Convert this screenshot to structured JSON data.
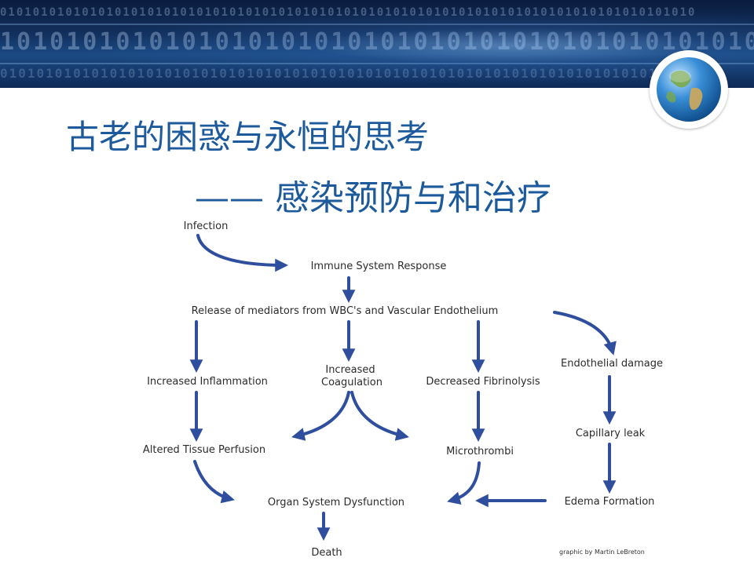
{
  "slide": {
    "title_line1": "古老的困惑与永恒的思考",
    "title_line2": "—— 感染预防与和治疗"
  },
  "banner": {
    "binary_row_1": "0101010101010101010101010101010101010101010101010101010101010101010101010101010101010",
    "binary_row_2": "1010101010101010101010101010101010101010101010101",
    "binary_row_3": "01010101010101010101010101010101010101010101010101010101010101010101010101010"
  },
  "flowchart": {
    "nodes": {
      "infection": "Infection",
      "immune_response": "Immune System Response",
      "release_mediators": "Release of mediators from WBC's and Vascular Endothelium",
      "increased_inflammation": "Increased Inflammation",
      "increased_coagulation_1": "Increased",
      "increased_coagulation_2": "Coagulation",
      "decreased_fibrinolysis": "Decreased Fibrinolysis",
      "endothelial_damage": "Endothelial damage",
      "altered_tissue_perfusion": "Altered Tissue Perfusion",
      "microthrombi": "Microthrombi",
      "capillary_leak": "Capillary leak",
      "organ_dysfunction": "Organ System Dysfunction",
      "edema_formation": "Edema Formation",
      "death": "Death"
    },
    "credit": "graphic by Martin LeBreton"
  },
  "colors": {
    "title": "#1d5a9c",
    "arrow": "#2f4f9e",
    "banner": "#12315f"
  }
}
